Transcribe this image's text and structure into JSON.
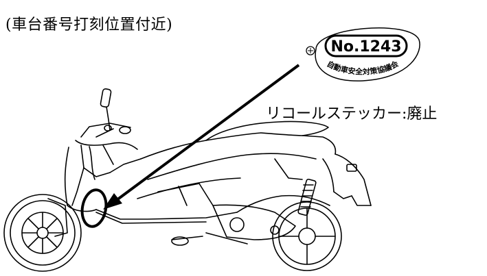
{
  "labels": {
    "location_caption": "(車台番号打刻位置付近)",
    "sticker_caption": "リコールステッカー:廃止"
  },
  "sticker": {
    "number": "No.1243",
    "arc_text": "自動車安全対策協議会"
  },
  "colors": {
    "ink": "#000000",
    "background": "#ffffff"
  }
}
